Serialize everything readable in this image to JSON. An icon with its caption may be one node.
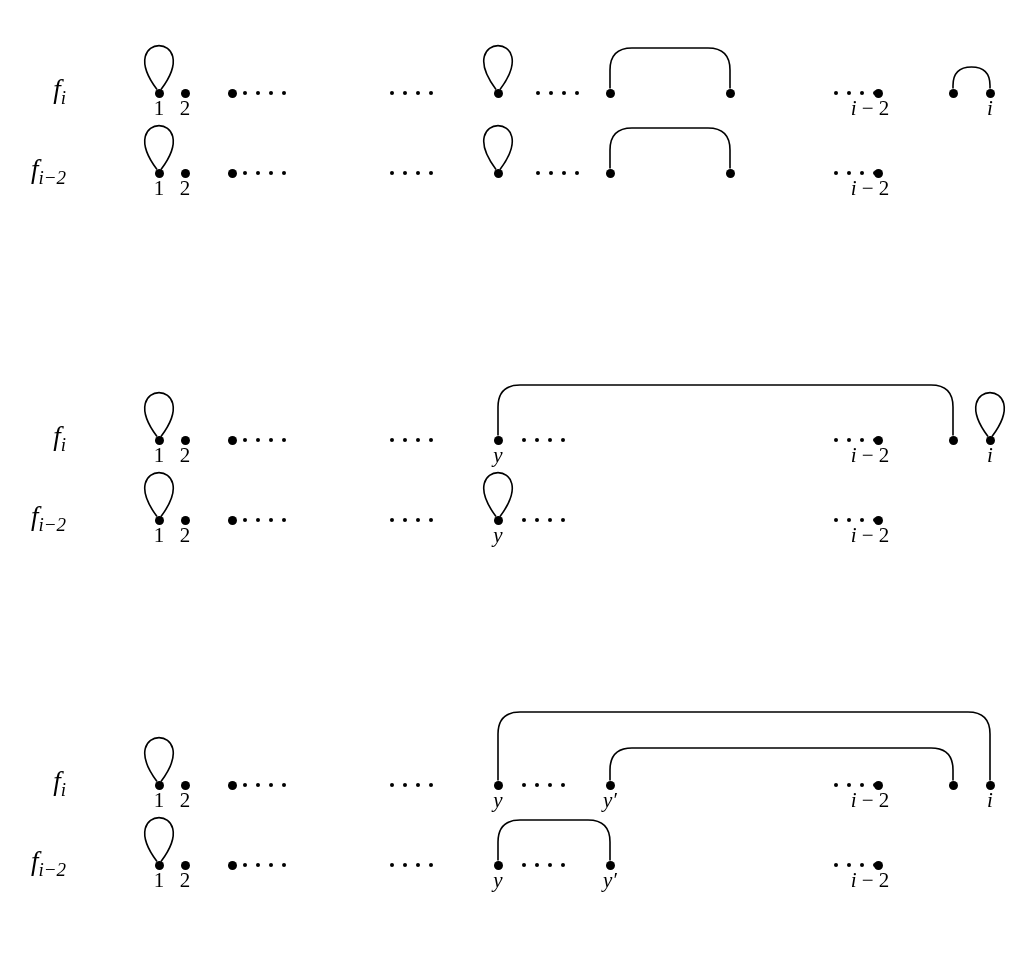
{
  "diagram": {
    "nodes": [
      {
        "text": [],
        "shape": "circle",
        "beside": [
          "1"
        ]
      },
      {
        "text": [],
        "shape": "circle",
        "beside": [
          "2"
        ]
      },
      {
        "text": [],
        "shape": "circle"
      },
      {
        "text": [],
        "shape": "circle"
      },
      {
        "text": [],
        "shape": "circle"
      },
      {
        "text": [],
        "shape": "circle"
      },
      {
        "text": [],
        "shape": "circle",
        "beside": [
          "*i* − 2"
        ]
      },
      {
        "text": [],
        "shape": "circle"
      },
      {
        "text": [],
        "shape": "circle",
        "beside": [
          "i"
        ]
      },
      {
        "text": [],
        "shape": "circle",
        "beside": [
          "1"
        ]
      },
      {
        "text": [],
        "shape": "circle",
        "beside": [
          "2"
        ]
      },
      {
        "text": [],
        "shape": "circle"
      },
      {
        "text": [],
        "shape": "circle"
      },
      {
        "text": [],
        "shape": "circle"
      },
      {
        "text": [],
        "shape": "circle"
      },
      {
        "text": [],
        "shape": "circle",
        "beside": [
          "*i* − 2"
        ]
      },
      {
        "text": [],
        "shape": "circle",
        "beside": [
          "1"
        ]
      },
      {
        "text": [],
        "shape": "circle",
        "beside": [
          "2"
        ]
      },
      {
        "text": [],
        "shape": "circle"
      },
      {
        "text": [],
        "shape": "circle",
        "beside": [
          "y"
        ]
      },
      {
        "text": [],
        "shape": "circle",
        "beside": [
          "*i* − 2"
        ]
      },
      {
        "text": [],
        "shape": "circle"
      },
      {
        "text": [],
        "shape": "circle",
        "beside": [
          "i"
        ]
      },
      {
        "text": [],
        "shape": "circle",
        "beside": [
          "1"
        ]
      },
      {
        "text": [],
        "shape": "circle",
        "beside": [
          "2"
        ]
      },
      {
        "text": [],
        "shape": "circle"
      },
      {
        "text": [],
        "shape": "circle",
        "beside": [
          "y"
        ]
      },
      {
        "text": [],
        "shape": "circle",
        "beside": [
          "*i* − 2"
        ]
      },
      {
        "text": [],
        "shape": "circle",
        "beside": [
          "1"
        ]
      },
      {
        "text": [],
        "shape": "circle",
        "beside": [
          "2"
        ]
      },
      {
        "text": [],
        "shape": "circle"
      },
      {
        "text": [],
        "shape": "circle",
        "beside": [
          "y"
        ]
      },
      {
        "text": [],
        "shape": "circle",
        "beside": [
          "y′"
        ]
      },
      {
        "text": [],
        "shape": "circle",
        "beside": [
          "*i* − 2"
        ]
      },
      {
        "text": [],
        "shape": "circle"
      },
      {
        "text": [],
        "shape": "circle",
        "beside": [
          "i"
        ]
      },
      {
        "text": [],
        "shape": "circle",
        "beside": [
          "1"
        ]
      },
      {
        "text": [],
        "shape": "circle",
        "beside": [
          "2"
        ]
      },
      {
        "text": [],
        "shape": "circle"
      },
      {
        "text": [],
        "shape": "circle",
        "beside": [
          "y"
        ]
      },
      {
        "text": [],
        "shape": "circle",
        "beside": [
          "y′"
        ]
      },
      {
        "text": [],
        "shape": "circle",
        "beside": [
          "*i* − 2"
        ]
      }
    ],
    "edges": [
      {
        "from": 0,
        "to": 0,
        "arrow": "none"
      },
      {
        "from": 3,
        "to": 3,
        "arrow": "none"
      },
      {
        "from": 4,
        "to": 5,
        "arrow": "none"
      },
      {
        "from": 7,
        "to": 8,
        "arrow": "none"
      },
      {
        "from": 9,
        "to": 9,
        "arrow": "none"
      },
      {
        "from": 12,
        "to": 12,
        "arrow": "none"
      },
      {
        "from": 13,
        "to": 14,
        "arrow": "none"
      },
      {
        "from": 16,
        "to": 16,
        "arrow": "none"
      },
      {
        "from": 19,
        "to": 21,
        "arrow": "none"
      },
      {
        "from": 22,
        "to": 22,
        "arrow": "none"
      },
      {
        "from": 23,
        "to": 23,
        "arrow": "none"
      },
      {
        "from": 26,
        "to": 26,
        "arrow": "none"
      },
      {
        "from": 28,
        "to": 28,
        "arrow": "none"
      },
      {
        "from": 31,
        "to": 35,
        "arrow": "none"
      },
      {
        "from": 32,
        "to": 34,
        "arrow": "none"
      },
      {
        "from": 36,
        "to": 36,
        "arrow": "none"
      },
      {
        "from": 39,
        "to": 40,
        "arrow": "none"
      }
    ],
    "labels": [
      "*f*$_{i}$",
      "*f*$_{i−2}$",
      "*f*$_{i}$",
      "*f*$_{i−2}$",
      "*f*$_{i}$",
      "*f*$_{i−2}$"
    ]
  }
}
